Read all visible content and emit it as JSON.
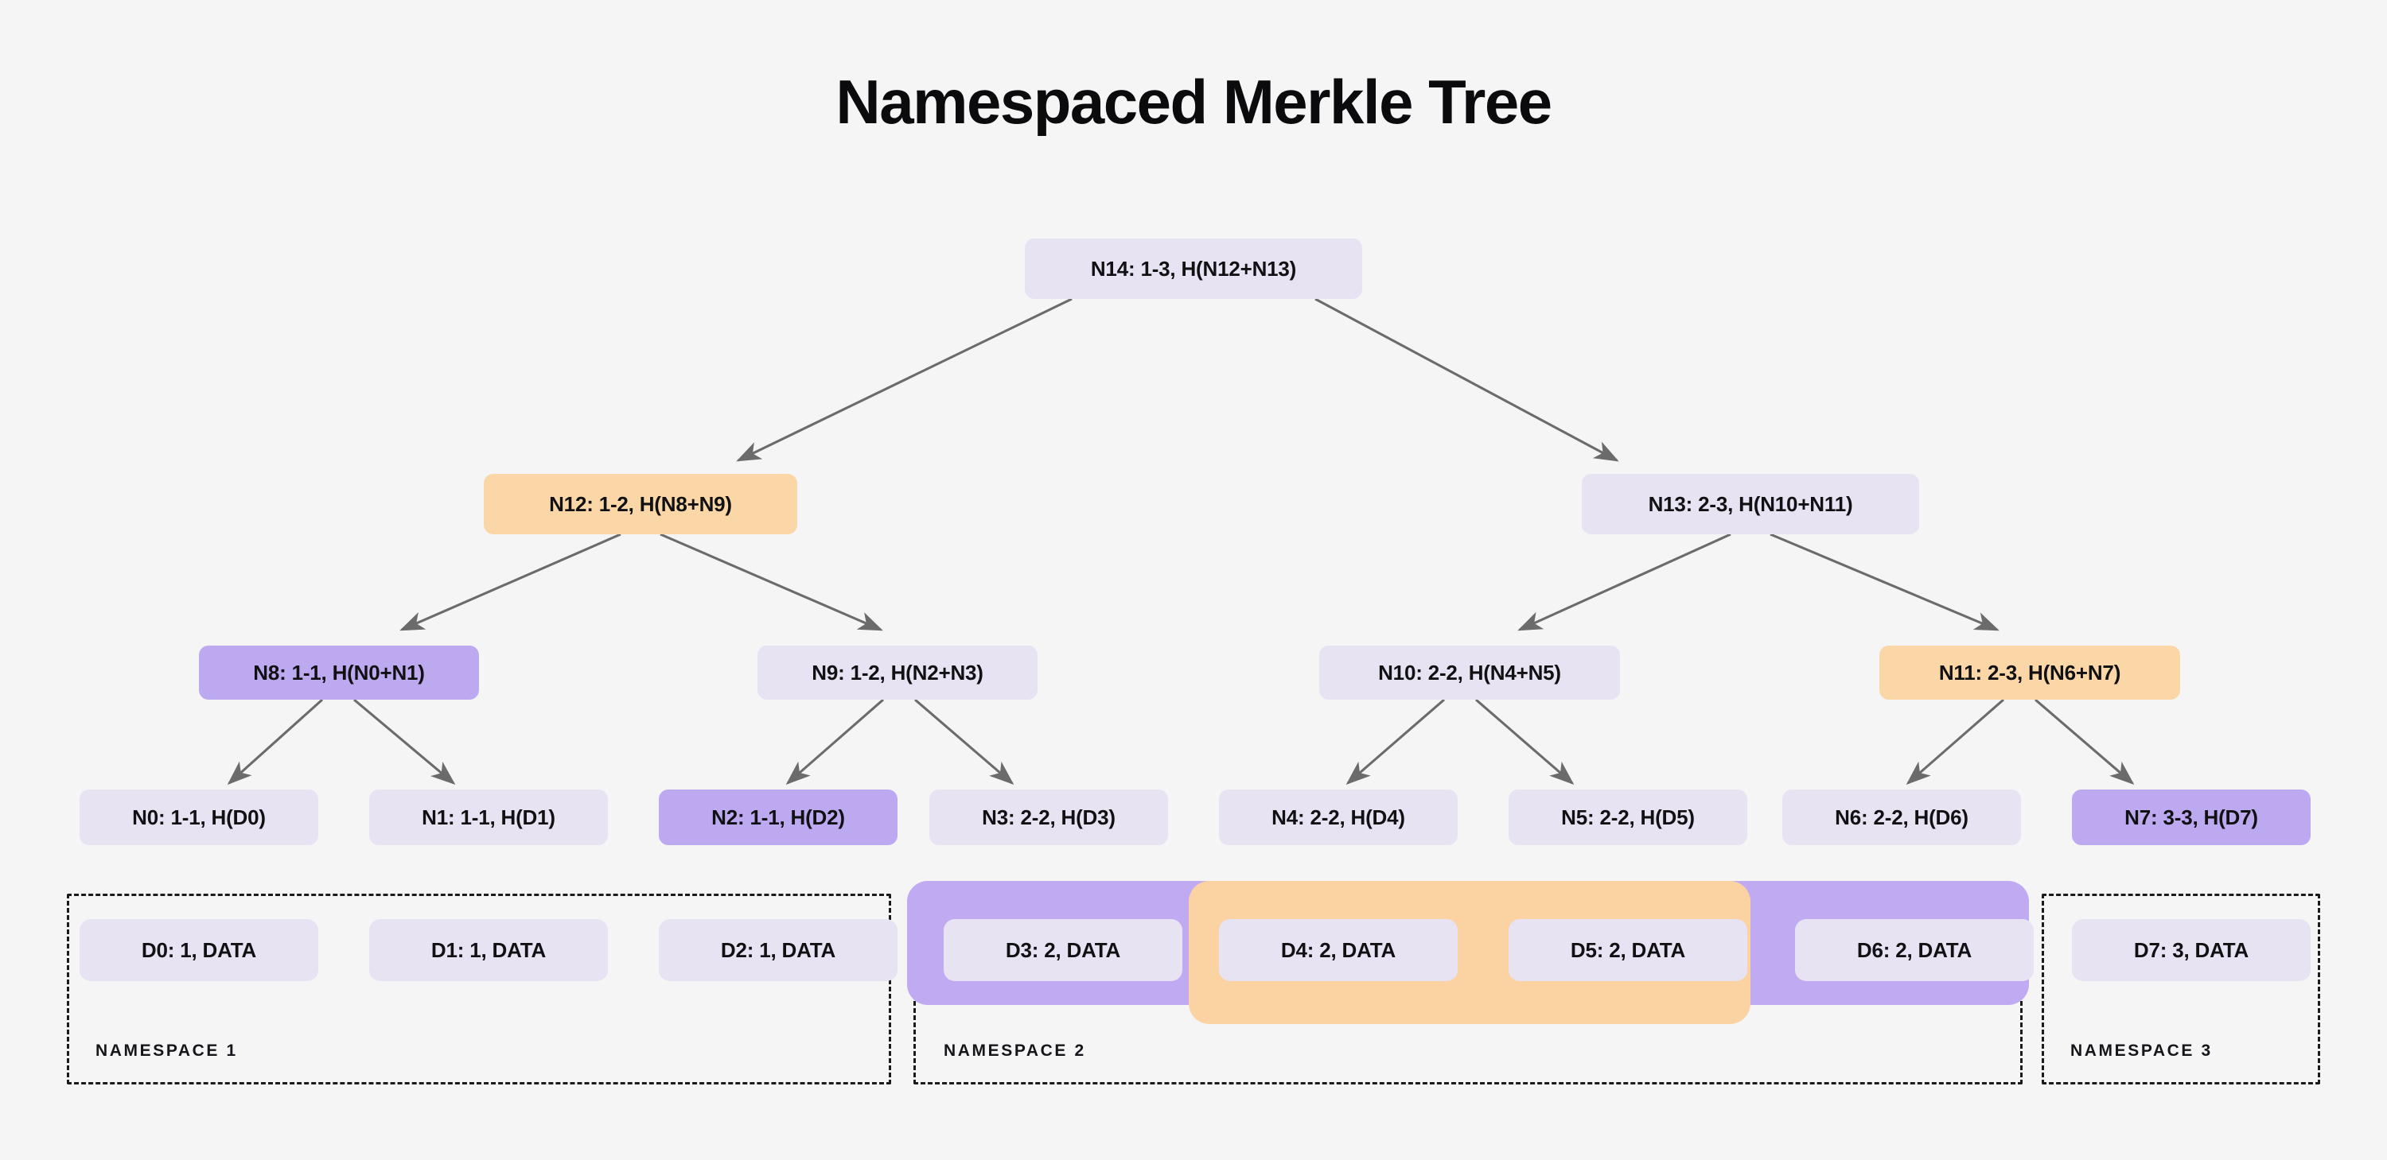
{
  "title": "Namespaced Merkle Tree",
  "colors": {
    "background": "#f5f5f6",
    "node_default": "#e7e3f2",
    "highlight_purple": "#bda9f0",
    "highlight_orange": "#fbd7a8",
    "band_purple": "#c0aaf2",
    "band_orange": "#fbd3a3",
    "arrow": "#6b6b6b",
    "text": "#111114"
  },
  "tree": {
    "root": {
      "id": "N14",
      "label": "N14: 1-3, H(N12+N13)",
      "highlight": "none"
    },
    "level1": [
      {
        "id": "N12",
        "label": "N12: 1-2, H(N8+N9)",
        "highlight": "orange"
      },
      {
        "id": "N13",
        "label": "N13: 2-3, H(N10+N11)",
        "highlight": "none"
      }
    ],
    "level2": [
      {
        "id": "N8",
        "label": "N8: 1-1, H(N0+N1)",
        "highlight": "purple"
      },
      {
        "id": "N9",
        "label": "N9: 1-2, H(N2+N3)",
        "highlight": "none"
      },
      {
        "id": "N10",
        "label": "N10: 2-2, H(N4+N5)",
        "highlight": "none"
      },
      {
        "id": "N11",
        "label": "N11: 2-3, H(N6+N7)",
        "highlight": "orange"
      }
    ],
    "leaves": [
      {
        "id": "N0",
        "label": "N0: 1-1, H(D0)",
        "highlight": "none"
      },
      {
        "id": "N1",
        "label": "N1: 1-1, H(D1)",
        "highlight": "none"
      },
      {
        "id": "N2",
        "label": "N2: 1-1, H(D2)",
        "highlight": "purple"
      },
      {
        "id": "N3",
        "label": "N3: 2-2, H(D3)",
        "highlight": "none"
      },
      {
        "id": "N4",
        "label": "N4: 2-2, H(D4)",
        "highlight": "none"
      },
      {
        "id": "N5",
        "label": "N5: 2-2, H(D5)",
        "highlight": "none"
      },
      {
        "id": "N6",
        "label": "N6: 2-2, H(D6)",
        "highlight": "none"
      },
      {
        "id": "N7",
        "label": "N7: 3-3, H(D7)",
        "highlight": "purple"
      }
    ]
  },
  "data_row": [
    {
      "id": "D0",
      "label": "D0: 1, DATA"
    },
    {
      "id": "D1",
      "label": "D1: 1, DATA"
    },
    {
      "id": "D2",
      "label": "D2: 1, DATA"
    },
    {
      "id": "D3",
      "label": "D3: 2, DATA"
    },
    {
      "id": "D4",
      "label": "D4: 2, DATA"
    },
    {
      "id": "D5",
      "label": "D5: 2, DATA"
    },
    {
      "id": "D6",
      "label": "D6: 2, DATA"
    },
    {
      "id": "D7",
      "label": "D7: 3, DATA"
    }
  ],
  "namespaces": [
    {
      "id": "ns1",
      "label": "NAMESPACE 1",
      "members": [
        "D0",
        "D1",
        "D2"
      ]
    },
    {
      "id": "ns2",
      "label": "NAMESPACE 2",
      "members": [
        "D3",
        "D4",
        "D5",
        "D6"
      ]
    },
    {
      "id": "ns3",
      "label": "NAMESPACE 3",
      "members": [
        "D7"
      ]
    }
  ],
  "bands": [
    {
      "id": "purple-range",
      "color": "purple",
      "covers": [
        "D3",
        "D4",
        "D5",
        "D6"
      ]
    },
    {
      "id": "orange-range",
      "color": "orange",
      "covers": [
        "D4",
        "D5"
      ]
    }
  ]
}
